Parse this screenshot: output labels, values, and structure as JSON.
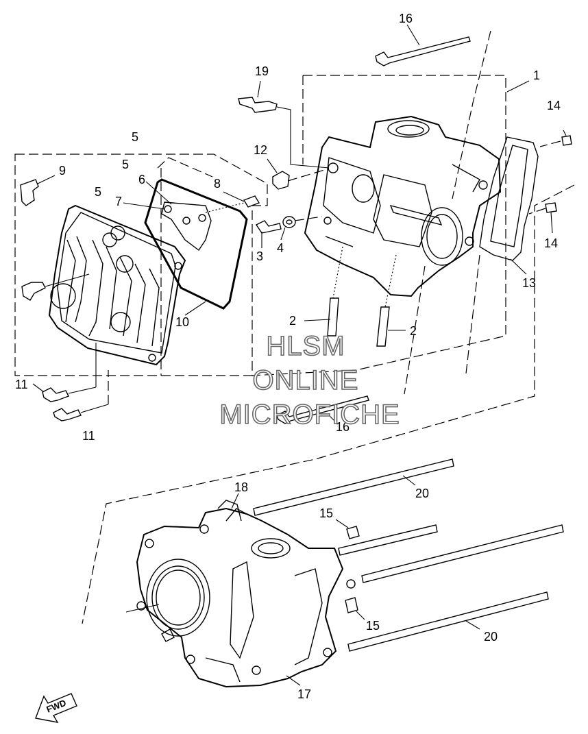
{
  "callouts": {
    "c1": "1",
    "c2a": "2",
    "c2b": "2",
    "c3": "3",
    "c4": "4",
    "c5a": "5",
    "c5b": "5",
    "c5c": "5",
    "c6": "6",
    "c7": "7",
    "c8": "8",
    "c9": "9",
    "c10": "10",
    "c11a": "11",
    "c11b": "11",
    "c12": "12",
    "c13": "13",
    "c14a": "14",
    "c14b": "14",
    "c15a": "15",
    "c15b": "15",
    "c16a": "16",
    "c16b": "16",
    "c17": "17",
    "c18": "18",
    "c19": "19",
    "c20a": "20",
    "c20b": "20"
  },
  "watermark": {
    "line1": "HLSM",
    "line2": "ONLINE",
    "line3": "MICROFICHE"
  },
  "direction_label": "FWD"
}
